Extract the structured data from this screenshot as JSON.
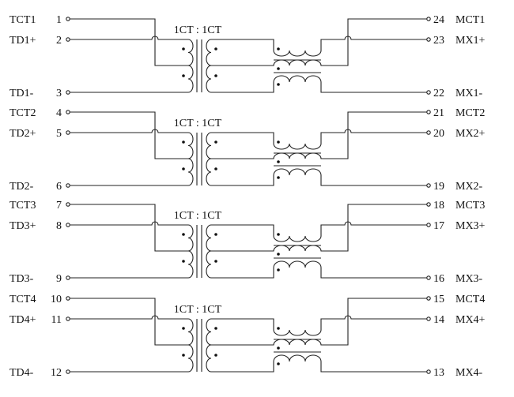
{
  "ratio_label": "1CT : 1CT",
  "colors": {
    "line": "#222222",
    "background": "#ffffff"
  },
  "sections": [
    {
      "left": [
        {
          "label": "TCT1",
          "pin": "1"
        },
        {
          "label": "TD1+",
          "pin": "2"
        },
        {
          "label": "TD1-",
          "pin": "3"
        }
      ],
      "right": [
        {
          "pin": "24",
          "label": "MCT1"
        },
        {
          "pin": "23",
          "label": "MX1+"
        },
        {
          "pin": "22",
          "label": "MX1-"
        }
      ]
    },
    {
      "left": [
        {
          "label": "TCT2",
          "pin": "4"
        },
        {
          "label": "TD2+",
          "pin": "5"
        },
        {
          "label": "TD2-",
          "pin": "6"
        }
      ],
      "right": [
        {
          "pin": "21",
          "label": "MCT2"
        },
        {
          "pin": "20",
          "label": "MX2+"
        },
        {
          "pin": "19",
          "label": "MX2-"
        }
      ]
    },
    {
      "left": [
        {
          "label": "TCT3",
          "pin": "7"
        },
        {
          "label": "TD3+",
          "pin": "8"
        },
        {
          "label": "TD3-",
          "pin": "9"
        }
      ],
      "right": [
        {
          "pin": "18",
          "label": "MCT3"
        },
        {
          "pin": "17",
          "label": "MX3+"
        },
        {
          "pin": "16",
          "label": "MX3-"
        }
      ]
    },
    {
      "left": [
        {
          "label": "TCT4",
          "pin": "10"
        },
        {
          "label": "TD4+",
          "pin": "11"
        },
        {
          "label": "TD4-",
          "pin": "12"
        }
      ],
      "right": [
        {
          "pin": "15",
          "label": "MCT4"
        },
        {
          "pin": "14",
          "label": "MX4+"
        },
        {
          "pin": "13",
          "label": "MX4-"
        }
      ]
    }
  ]
}
